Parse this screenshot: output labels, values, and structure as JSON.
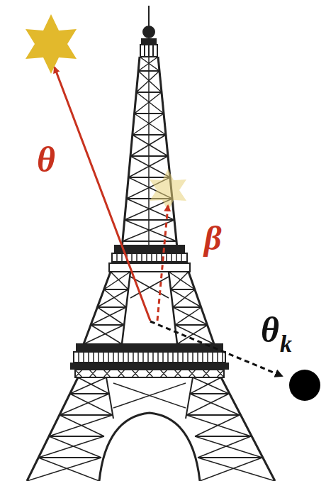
{
  "diagram": {
    "labels": [
      "θ",
      "β",
      "θ",
      "k"
    ]
  }
}
